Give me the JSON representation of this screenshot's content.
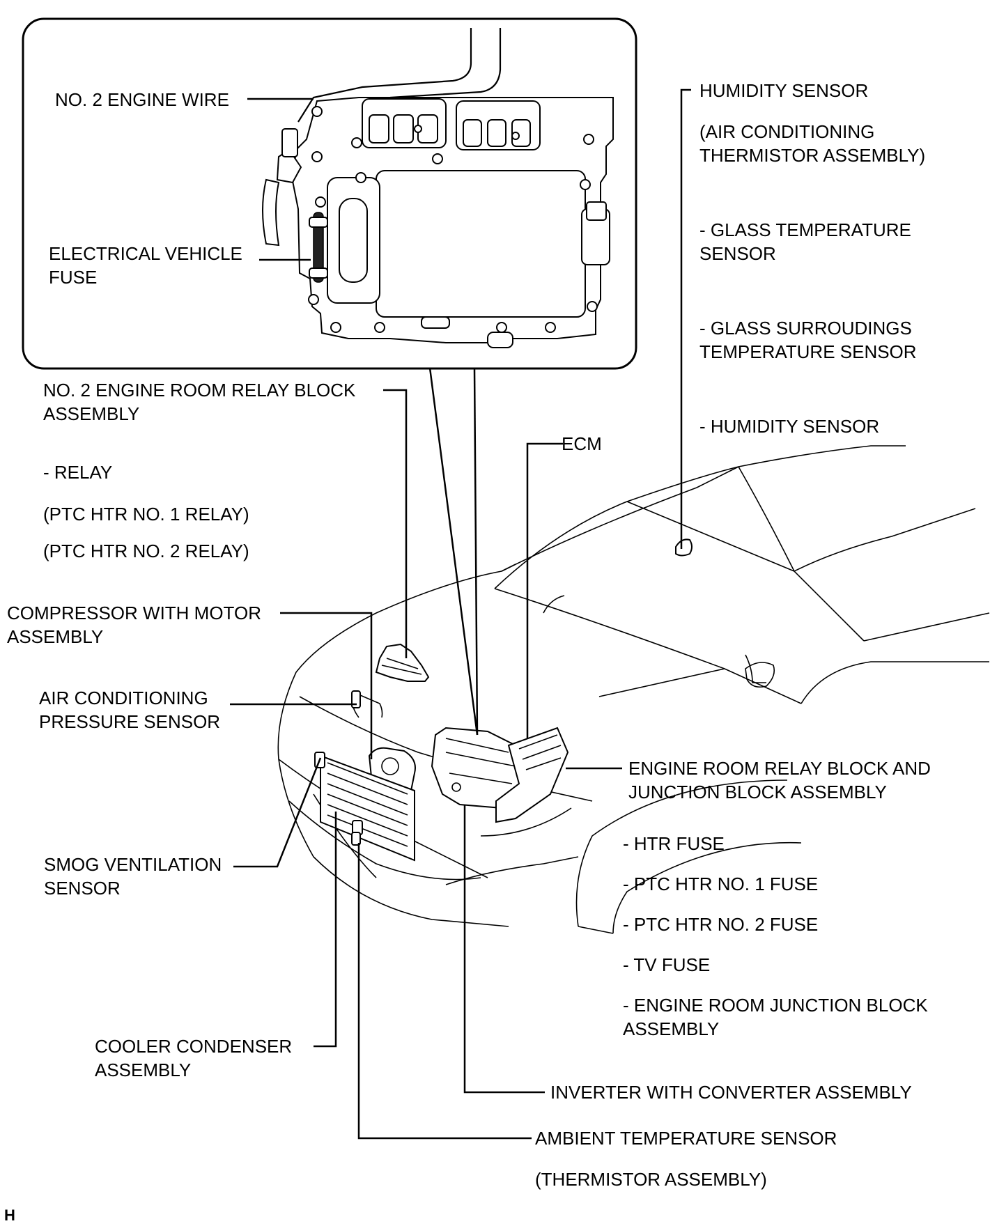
{
  "figure_id": "H",
  "labels": {
    "no2_engine_wire": "NO. 2 ENGINE WIRE",
    "ev_fuse_1": "ELECTRICAL VEHICLE",
    "ev_fuse_2": "FUSE",
    "humidity_sensor_title": "HUMIDITY SENSOR",
    "ac_thermistor_1": "(AIR CONDITIONING",
    "ac_thermistor_2": "THERMISTOR ASSEMBLY)",
    "glass_temp_1": "- GLASS TEMPERATURE",
    "glass_temp_2": "SENSOR",
    "glass_surr_1": "- GLASS SURROUDINGS",
    "glass_surr_2": "TEMPERATURE SENSOR",
    "humidity_sub": "- HUMIDITY SENSOR",
    "no2_relay_block_1": "NO. 2 ENGINE ROOM RELAY BLOCK",
    "no2_relay_block_2": "ASSEMBLY",
    "relay": "- RELAY",
    "ptc1_relay": "(PTC HTR NO. 1 RELAY)",
    "ptc2_relay": "(PTC HTR NO. 2 RELAY)",
    "ecm": "ECM",
    "compressor_1": "COMPRESSOR WITH MOTOR",
    "compressor_2": "ASSEMBLY",
    "ac_pressure_1": "AIR CONDITIONING",
    "ac_pressure_2": "PRESSURE SENSOR",
    "er_relay_jb_1": "ENGINE ROOM RELAY BLOCK AND",
    "er_relay_jb_2": "JUNCTION BLOCK ASSEMBLY",
    "smog_1": "SMOG VENTILATION",
    "smog_2": "SENSOR",
    "htr_fuse": "- HTR FUSE",
    "ptc1_fuse": "- PTC HTR NO. 1 FUSE",
    "ptc2_fuse": "- PTC HTR NO. 2 FUSE",
    "tv_fuse": "- TV FUSE",
    "er_jb_1": "- ENGINE ROOM JUNCTION BLOCK",
    "er_jb_2": "ASSEMBLY",
    "condenser_1": "COOLER CONDENSER",
    "condenser_2": "ASSEMBLY",
    "inverter": "INVERTER WITH CONVERTER ASSEMBLY",
    "ambient_1": "AMBIENT TEMPERATURE SENSOR",
    "ambient_2": "(THERMISTOR ASSEMBLY)"
  }
}
